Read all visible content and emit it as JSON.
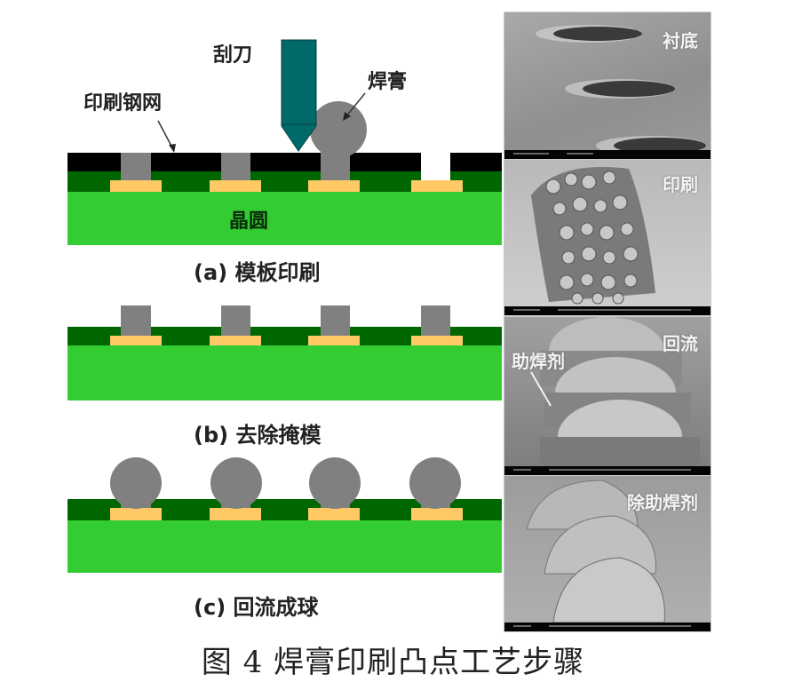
{
  "figure": {
    "caption": "图 4  焊膏印刷凸点工艺步骤",
    "colors": {
      "stencil": "#000000",
      "passivation": "#006600",
      "wafer": "#33cc33",
      "pad": "#ffc966",
      "solder_paste": "#808080",
      "squeegee": "#006a6a"
    },
    "panels": [
      {
        "id": "a",
        "subtitle": "(a) 模板印刷",
        "labels": {
          "squeegee": "刮刀",
          "solder_paste": "焊膏",
          "stencil": "印刷钢网",
          "wafer": "晶圆"
        }
      },
      {
        "id": "b",
        "subtitle": "(b) 去除掩模"
      },
      {
        "id": "c",
        "subtitle": "(c) 回流成球"
      }
    ],
    "sem_images": [
      {
        "label": "衬底"
      },
      {
        "label": "印刷"
      },
      {
        "label": "回流",
        "annotation": "助焊剂"
      },
      {
        "label": "除助焊剂"
      }
    ]
  }
}
